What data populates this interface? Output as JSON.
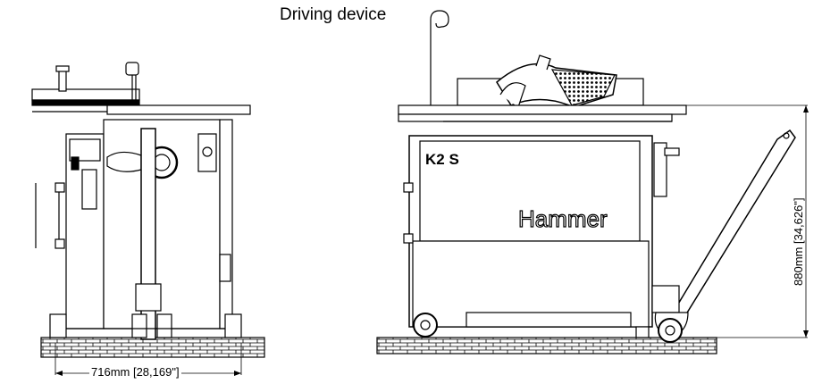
{
  "title": "Driving device",
  "dim_width": "716mm [28,169\"]",
  "dim_height": "880mm [34,626\"]",
  "model": "K2 S",
  "brand": "Hammer",
  "colors": {
    "line": "#000000",
    "background": "#ffffff"
  }
}
